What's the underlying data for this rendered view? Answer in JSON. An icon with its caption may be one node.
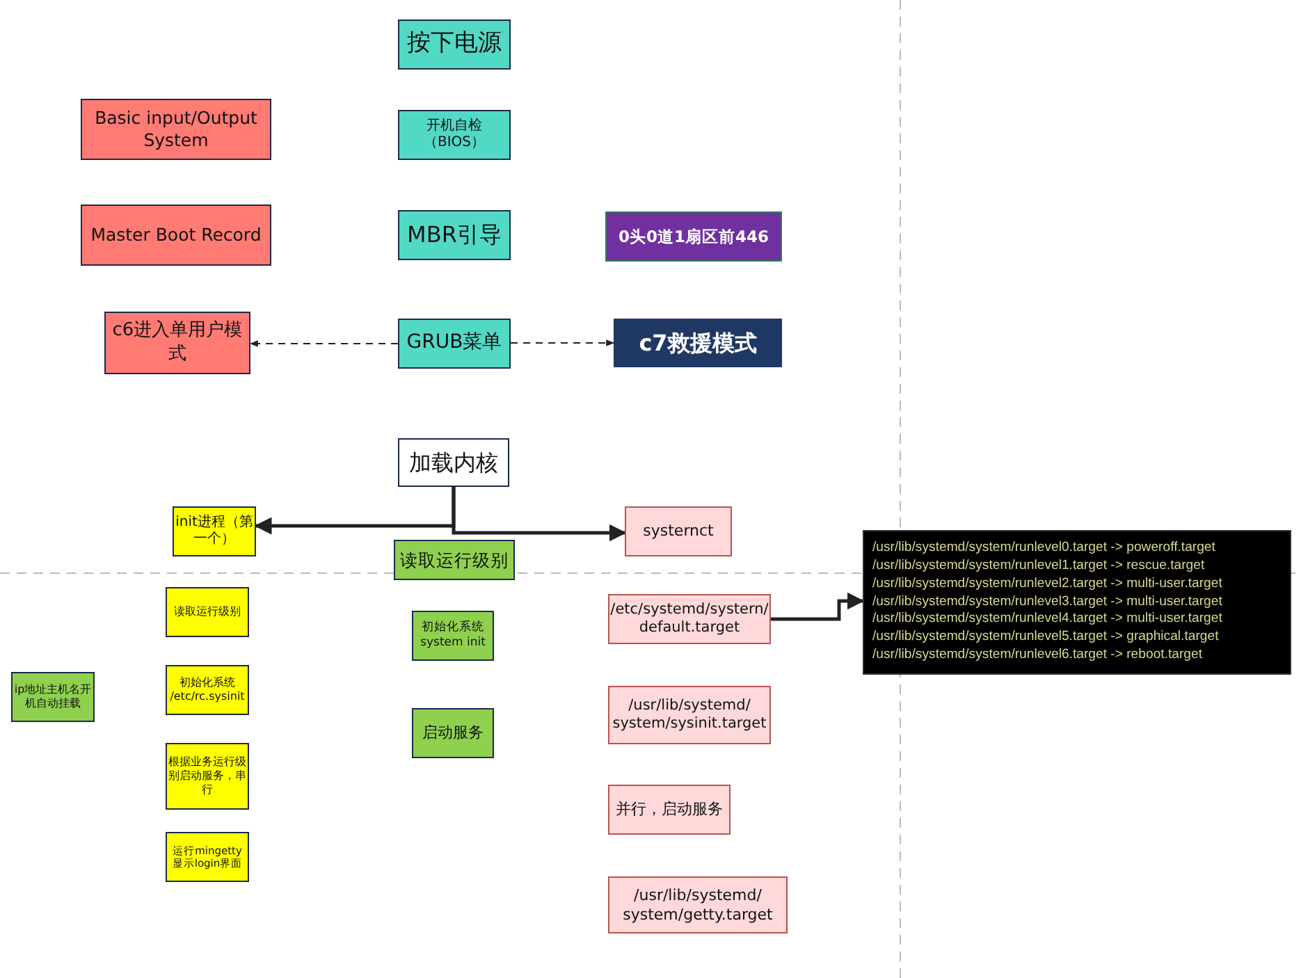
{
  "diagram": {
    "nodes": [
      {
        "text": [
          "按下电源"
        ]
      },
      {
        "text": [
          "Basic input/Output System"
        ]
      },
      {
        "text": [
          "开机自检（BIOS）"
        ]
      },
      {
        "text": [
          "Master Boot Record"
        ]
      },
      {
        "text": [
          "MBR引导"
        ]
      },
      {
        "text": [
          "0头0道1扇区前446"
        ]
      },
      {
        "text": [
          "c6进入单用户模式"
        ]
      },
      {
        "text": [
          "GRUB菜单"
        ]
      },
      {
        "text": [
          "c7救援模式"
        ]
      },
      {
        "text": [
          "加载内核"
        ]
      },
      {
        "text": [
          "init进程（第一个）"
        ]
      },
      {
        "text": [
          "systernct"
        ]
      },
      {
        "text": [
          "读取运行级别"
        ]
      },
      {
        "text": [
          "读取运行级别"
        ]
      },
      {
        "text": [
          "初始化系统 /etc/rc.sysinit"
        ]
      },
      {
        "text": [
          "ip地址主机名开机自动挂载"
        ]
      },
      {
        "text": [
          "根据业务运行级别启动服务，串行"
        ]
      },
      {
        "text": [
          "运行mingetty显示login界面"
        ]
      },
      {
        "text": [
          "初始化系统 system init"
        ]
      },
      {
        "text": [
          "/etc/systemd/systern/ default.target"
        ]
      },
      {
        "text": [
          "启动服务"
        ]
      },
      {
        "text": [
          "/usr/lib/systemd/ system/sysinit.target"
        ]
      },
      {
        "text": [
          "并行，启动服务"
        ]
      },
      {
        "text": [
          "/usr/lib/systemd/ system/getty.target"
        ]
      },
      {
        "text": [
          "/usr/lib/systemd/system/runlevel0.target -> poweroff.target",
          "/usr/lib/systemd/system/runlevel1.target -> rescue.target",
          "/usr/lib/systemd/system/runlevel2.target -> multi-user.target",
          "/usr/lib/systemd/system/runlevel3.target -> multi-user.target",
          "/usr/lib/systemd/system/runlevel4.target -> multi-user.target",
          "/usr/lib/systemd/system/runlevel5.target -> graphical.target",
          "/usr/lib/systemd/system/runlevel6.target -> reboot.target"
        ]
      }
    ],
    "edges": [
      {
        "from": 7,
        "to": 6,
        "arrow": "to",
        "style": "dashed"
      },
      {
        "from": 7,
        "to": 8,
        "arrow": "to",
        "style": "dashed"
      },
      {
        "from": 9,
        "to": 10,
        "arrow": "to"
      },
      {
        "from": 9,
        "to": 11,
        "arrow": "to"
      },
      {
        "from": 19,
        "to": 24,
        "arrow": "to"
      }
    ]
  }
}
